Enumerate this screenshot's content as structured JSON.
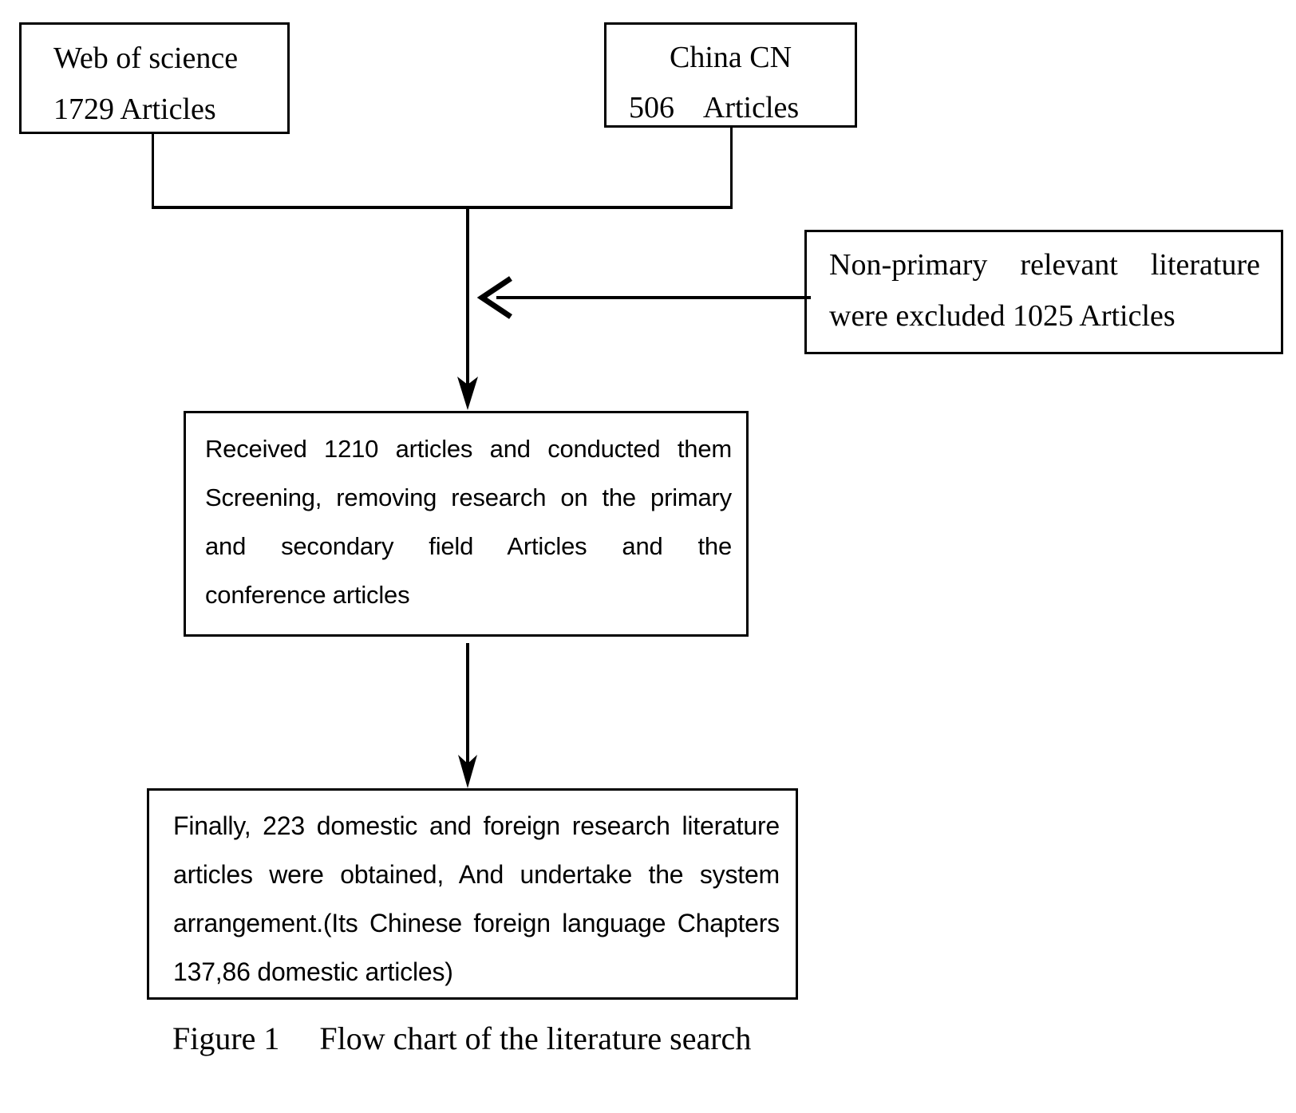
{
  "figure": {
    "caption": "Figure 1     Flow chart of the literature search",
    "type": "flowchart",
    "title": "Flow chart of the literature search"
  },
  "nodes": {
    "source_web_of_science": {
      "line_1": "Web of science",
      "line_2": "1729 Articles",
      "database": "Web of science",
      "count": 1729
    },
    "source_china_cn": {
      "line_1": "China CN",
      "line_2": "506    Articles",
      "database": "China CN",
      "count": 506
    },
    "excluded": {
      "line_1": "Non-primary relevant literature",
      "line_2": "were excluded 1025 Articles",
      "count": 1025
    },
    "screening": {
      "paragraph_1": "Received 1210 articles and conducted them Screening, removing research on the primary and secondary field Articles and the",
      "paragraph_2": "conference articles",
      "count": 1210
    },
    "final": {
      "paragraph_1": "Finally, 223 domestic and foreign research literature articles were obtained, And undertake the system arrangement.(Its Chinese foreign language Chapters",
      "paragraph_2": "137,86 domestic articles)",
      "count": 223,
      "foreign_chapters": 137,
      "domestic_articles": 86
    }
  },
  "edges": {
    "merge_to_screening": "arrow-down",
    "exclusion_to_flow": "arrow-left",
    "screening_to_final": "arrow-down"
  },
  "colors": {
    "stroke": "#000000",
    "background": "#ffffff",
    "text": "#000000"
  }
}
